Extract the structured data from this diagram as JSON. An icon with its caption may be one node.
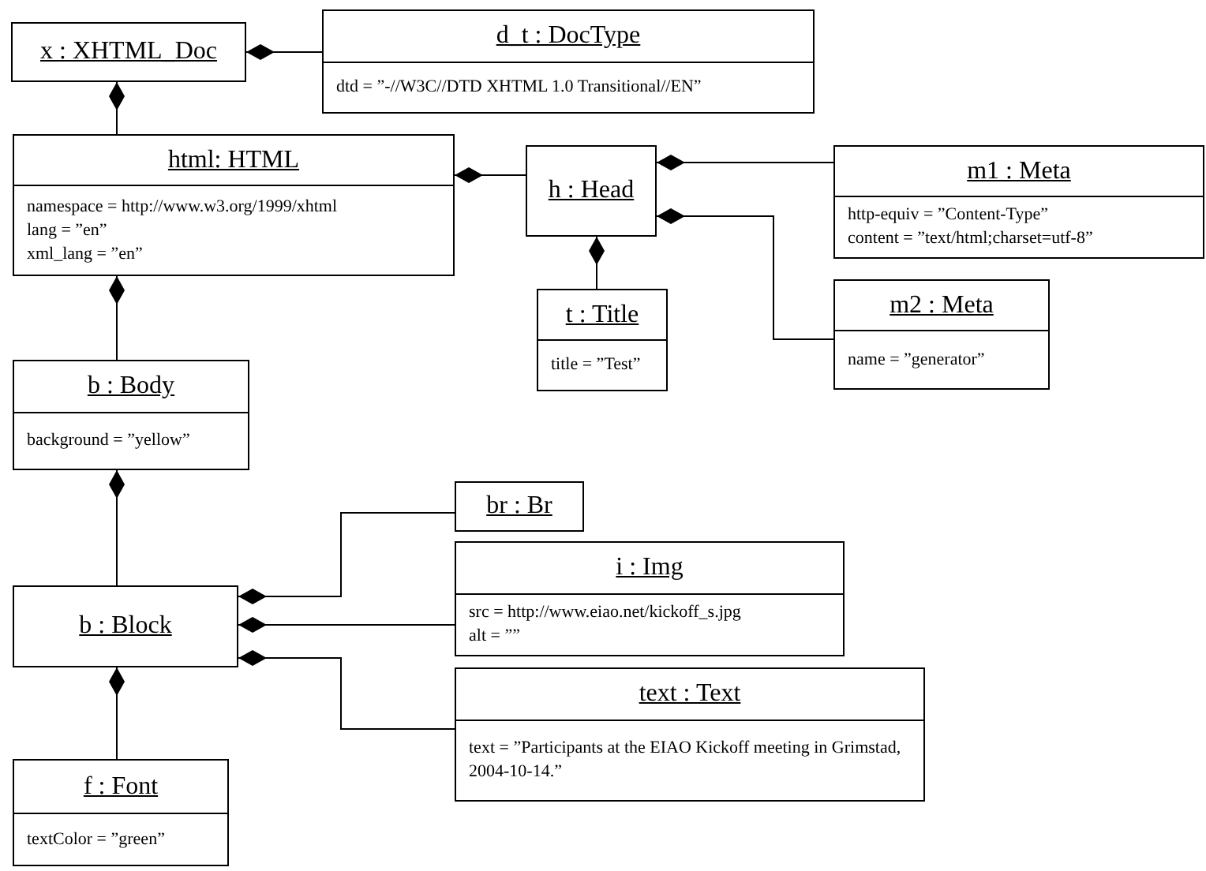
{
  "diagram": {
    "nodes": [
      {
        "text": [
          "x : XHTML_Doc"
        ]
      },
      {
        "text": [
          "d_t : DocType",
          "dtd = ”-//W3C//DTD XHTML 1.0 Transitional//EN”"
        ]
      },
      {
        "text": [
          "html: HTML",
          "namespace = http://www.w3.org/1999/xhtml",
          "lang = ”en”",
          "xml_lang = ”en”"
        ]
      },
      {
        "text": [
          "h : Head"
        ]
      },
      {
        "text": [
          "m1 : Meta",
          "http-equiv = ”Content-Type”",
          "content = ”text/html;charset=utf-8”"
        ]
      },
      {
        "text": [
          "t : Title",
          "title = ”Test”"
        ]
      },
      {
        "text": [
          "m2 : Meta",
          "name = ”generator”"
        ]
      },
      {
        "text": [
          "b : Body",
          "background = ”yellow”"
        ]
      },
      {
        "text": [
          "br : Br"
        ]
      },
      {
        "text": [
          "i : Img",
          "src = http://www.eiao.net/kickoff_s.jpg",
          "alt = ””"
        ]
      },
      {
        "text": [
          "b : Block"
        ]
      },
      {
        "text": [
          "text : Text",
          "text = ”Participants at the EIAO Kickoff meeting in Grimstad, 2004-10-14.”"
        ]
      },
      {
        "text": [
          "f : Font",
          "textColor = ”green”"
        ]
      }
    ],
    "edges": [
      {
        "from": 1,
        "to": 0,
        "arrow": "other"
      },
      {
        "from": 2,
        "to": 0,
        "arrow": "other"
      },
      {
        "from": 3,
        "to": 2,
        "arrow": "other"
      },
      {
        "from": 4,
        "to": 3,
        "arrow": "other"
      },
      {
        "from": 5,
        "to": 3,
        "arrow": "other"
      },
      {
        "from": 6,
        "to": 3,
        "arrow": "other"
      },
      {
        "from": 7,
        "to": 2,
        "arrow": "other"
      },
      {
        "from": 10,
        "to": 7,
        "arrow": "other"
      },
      {
        "from": 8,
        "to": 10,
        "arrow": "other"
      },
      {
        "from": 9,
        "to": 10,
        "arrow": "other"
      },
      {
        "from": 11,
        "to": 10,
        "arrow": "other"
      },
      {
        "from": 12,
        "to": 10,
        "arrow": "other"
      }
    ]
  }
}
